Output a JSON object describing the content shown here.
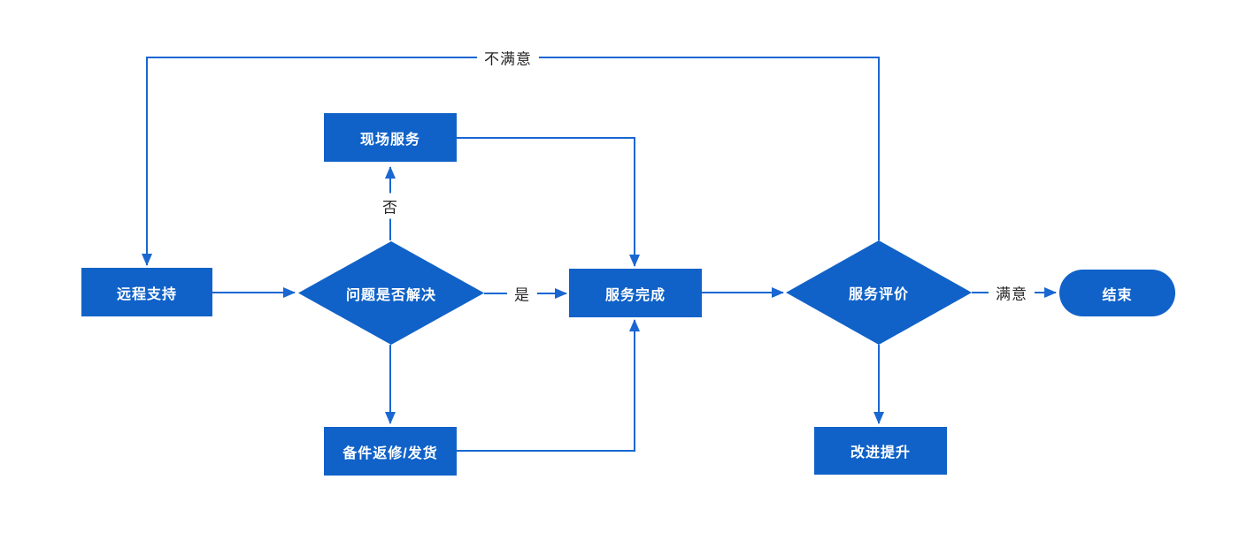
{
  "diagram": {
    "type": "flowchart",
    "language": "zh-CN",
    "colors": {
      "shape_fill": "#1062c8",
      "line": "#1a67d2",
      "node_text": "#ffffff",
      "label_text": "#262626",
      "background": "#ffffff"
    },
    "nodes": [
      {
        "id": "remote-support",
        "type": "process",
        "label": "远程支持"
      },
      {
        "id": "problem-solved",
        "type": "decision",
        "label": "问题是否解决"
      },
      {
        "id": "onsite-service",
        "type": "process",
        "label": "现场服务"
      },
      {
        "id": "service-complete",
        "type": "process",
        "label": "服务完成"
      },
      {
        "id": "parts-repair",
        "type": "process",
        "label": "备件返修/发货"
      },
      {
        "id": "service-evaluation",
        "type": "decision",
        "label": "服务评价"
      },
      {
        "id": "end",
        "type": "terminator",
        "label": "结束"
      },
      {
        "id": "improve",
        "type": "process",
        "label": "改进提升"
      }
    ],
    "edges": [
      {
        "from": "remote-support",
        "to": "problem-solved",
        "label": ""
      },
      {
        "from": "problem-solved",
        "to": "onsite-service",
        "label": "否"
      },
      {
        "from": "onsite-service",
        "to": "service-complete",
        "label": ""
      },
      {
        "from": "problem-solved",
        "to": "service-complete",
        "label": "是"
      },
      {
        "from": "problem-solved",
        "to": "parts-repair",
        "label": ""
      },
      {
        "from": "parts-repair",
        "to": "service-complete",
        "label": ""
      },
      {
        "from": "service-complete",
        "to": "service-evaluation",
        "label": ""
      },
      {
        "from": "service-evaluation",
        "to": "end",
        "label": "满意"
      },
      {
        "from": "service-evaluation",
        "to": "remote-support",
        "label": "不满意"
      },
      {
        "from": "service-evaluation",
        "to": "improve",
        "label": ""
      }
    ],
    "edge_labels": {
      "no": "否",
      "yes": "是",
      "satisfied": "满意",
      "unsatisfied": "不满意"
    }
  }
}
